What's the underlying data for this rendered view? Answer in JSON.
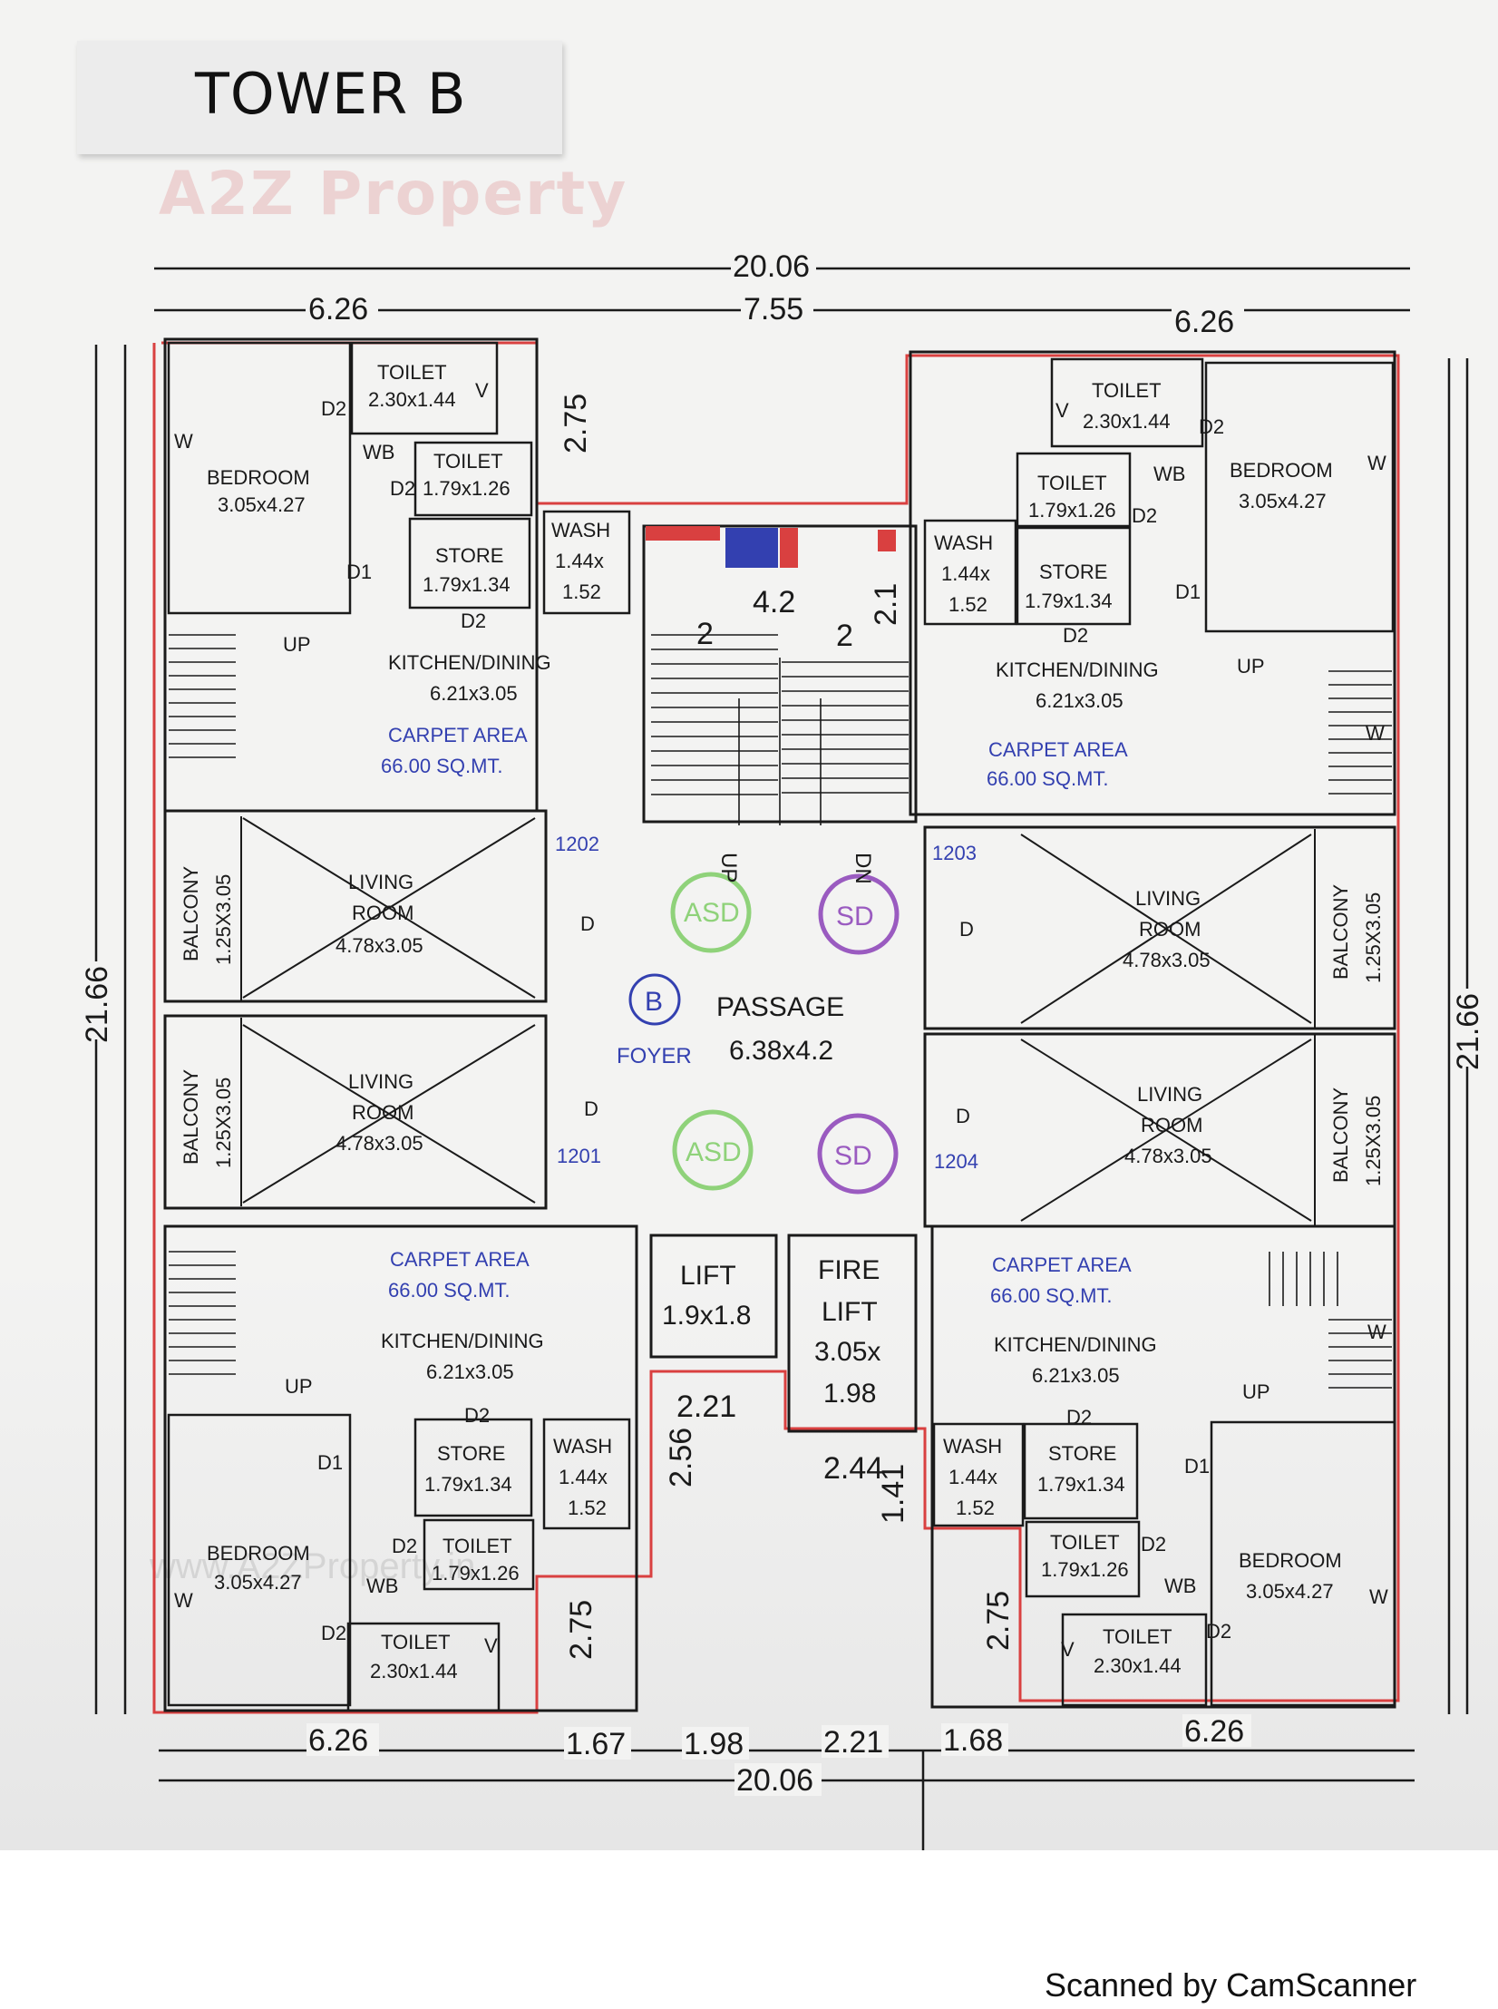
{
  "title": "TOWER B",
  "watermark": "A2Z Property",
  "watermark_url": "www.A2ZProperty.in",
  "footer": "Scanned by CamScanner",
  "dimensions": {
    "top_total": "20.06",
    "top_left": "6.26",
    "top_mid": "7.55",
    "top_right": "6.26",
    "left_height": "21.66",
    "right_height": "21.66",
    "bottom_total": "20.06",
    "bottom_left": "6.26",
    "bottom_seg1": "1.67",
    "bottom_seg2": "1.98",
    "bottom_seg3": "2.21",
    "bottom_seg4": "1.68",
    "bottom_right": "6.26",
    "stair_width": "4.2",
    "stair_left": "2",
    "stair_right": "2",
    "stair_depth": "2.1",
    "duct_top_left": "2.75",
    "duct_bottom_left": "2.75",
    "duct_bottom_right": "2.75",
    "lobby_depth": "2.56",
    "lobby_width": "2.21",
    "lobby2_width": "2.44",
    "lobby2_depth": "1.41"
  },
  "rooms": {
    "toilet_a": "TOILET",
    "toilet_a_dim": "2.30x1.44",
    "toilet_b": "TOILET",
    "toilet_b_dim": "1.79x1.26",
    "bedroom": "BEDROOM",
    "bedroom_dim": "3.05x4.27",
    "store": "STORE",
    "store_dim": "1.79x1.34",
    "wash": "WASH",
    "wash_dim1": "1.44x",
    "wash_dim2": "1.52",
    "kitchen": "KITCHEN/DINING",
    "kitchen_dim": "6.21x3.05",
    "carpet": "CARPET AREA",
    "carpet_val": "66.00 SQ.MT.",
    "living": "LIVING",
    "living2": "ROOM",
    "living_dim": "4.78x3.05",
    "balcony": "BALCONY",
    "balcony_dim": "1.25X3.05",
    "passage": "PASSAGE",
    "passage_dim": "6.38x4.2",
    "foyer": "FOYER",
    "tower_letter": "B",
    "lift": "LIFT",
    "lift_dim": "1.9x1.8",
    "fire": "FIRE",
    "fire2": "LIFT",
    "fire_dim1": "3.05x",
    "fire_dim2": "1.98",
    "asd": "ASD",
    "sd": "SD",
    "wb": "WB",
    "up": "UP",
    "dn": "DN",
    "d": "D",
    "d1": "D1",
    "d2": "D2",
    "v": "V",
    "w": "W"
  },
  "units": {
    "u1201": "1201",
    "u1202": "1202",
    "u1203": "1203",
    "u1204": "1204"
  },
  "colors": {
    "boundary": "#d94040",
    "ink": "#1a1a1a",
    "blue": "#3340b0",
    "asd": "#8fd27a",
    "sd": "#9a5bc0"
  }
}
